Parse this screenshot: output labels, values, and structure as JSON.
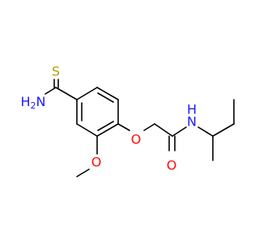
{
  "molecule": {
    "atoms": {
      "sulfur": {
        "symbol": "S",
        "color": "#b3a100"
      },
      "thioamide_nitrogen": {
        "symbol": "H",
        "subscript": "2",
        "symbol_tail": "N",
        "color": "#1a1aff"
      },
      "methoxy_oxygen": {
        "symbol": "O",
        "color": "#ff0d0d"
      },
      "ether_oxygen": {
        "symbol": "O",
        "color": "#ff0d0d"
      },
      "carbonyl_oxygen": {
        "symbol": "O",
        "color": "#ff0d0d"
      },
      "amide_nitrogen": {
        "symbol": "N",
        "color": "#1a1aff"
      },
      "amide_hydrogen": {
        "symbol": "H",
        "color": "#1a1aff"
      }
    },
    "bond_color": "#000000",
    "oxygen_bond_color": "#ff0d0d"
  }
}
